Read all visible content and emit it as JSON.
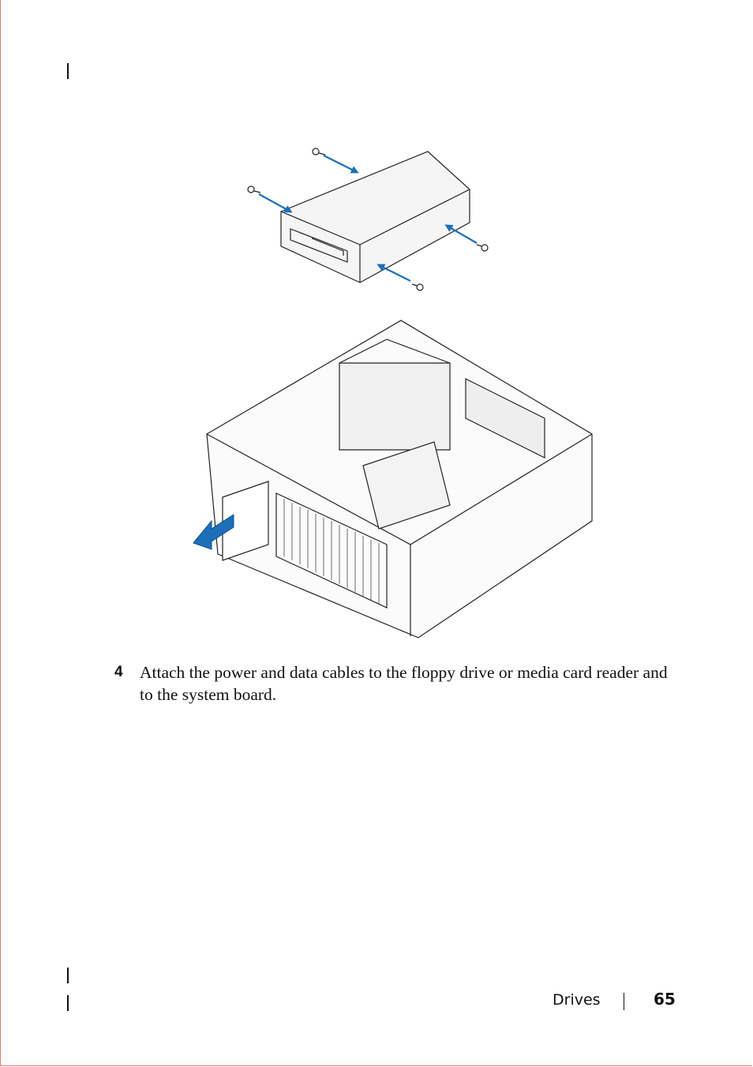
{
  "step": {
    "number": "4",
    "text": "Attach the power and data cables to the floppy drive or media card reader and to the system board."
  },
  "footer": {
    "section": "Drives",
    "page_number": "65"
  },
  "colors": {
    "arrow": "#1c6fb8",
    "page_border": "#e07a70",
    "line_art": "#222222"
  }
}
